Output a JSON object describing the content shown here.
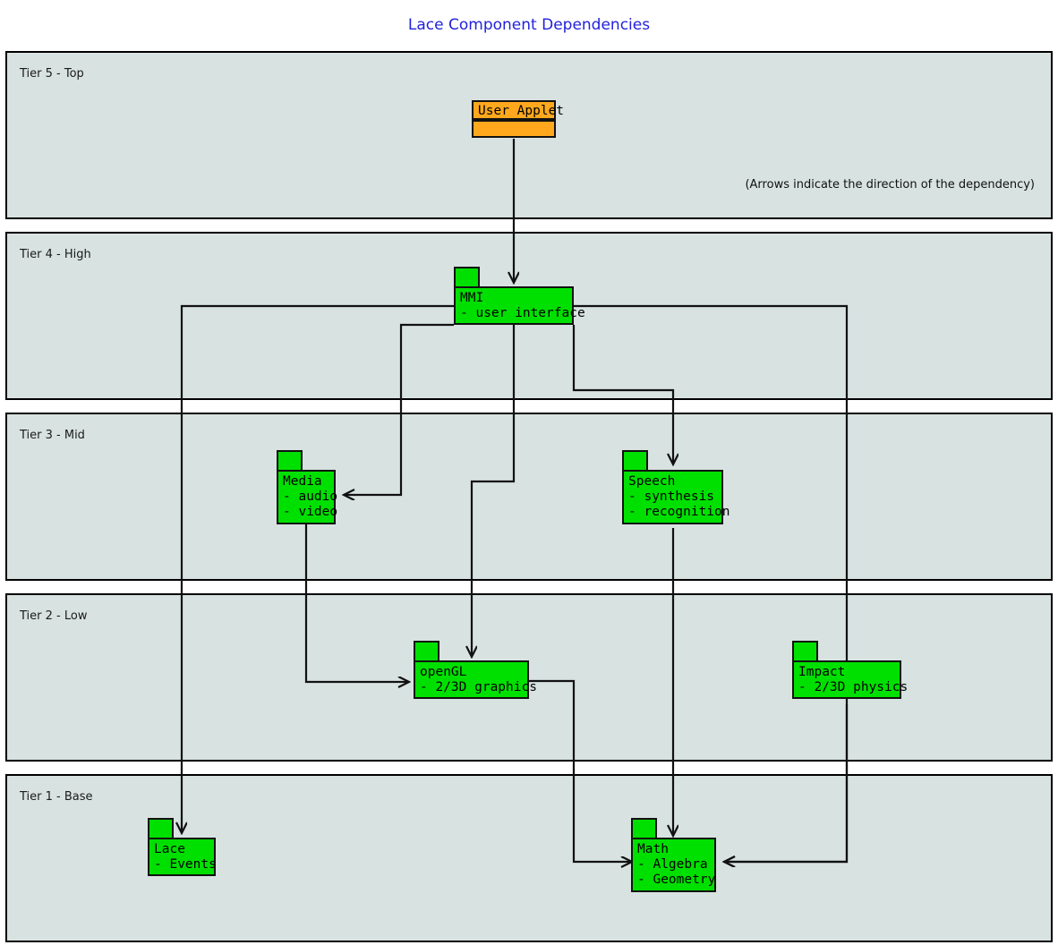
{
  "title": "Lace Component Dependencies",
  "note": "(Arrows indicate the direction of the dependency)",
  "colors": {
    "title": "#2222dd",
    "tier_fill": "#d8e2e1",
    "component_fill": "#00e000",
    "applet_fill": "#ffa81e",
    "stroke": "#111111"
  },
  "tiers": [
    {
      "id": "tier5",
      "label": "Tier 5 - Top"
    },
    {
      "id": "tier4",
      "label": "Tier 4 - High"
    },
    {
      "id": "tier3",
      "label": "Tier 3 - Mid"
    },
    {
      "id": "tier2",
      "label": "Tier 2 - Low"
    },
    {
      "id": "tier1",
      "label": "Tier 1 - Base"
    }
  ],
  "components": [
    {
      "id": "user-applet",
      "tier": "Tier 5 - Top",
      "name": "User Applet",
      "details": []
    },
    {
      "id": "mmi",
      "tier": "Tier 4 - High",
      "name": "MMI",
      "details": [
        "- user interface"
      ]
    },
    {
      "id": "media",
      "tier": "Tier 3 - Mid",
      "name": "Media",
      "details": [
        "- audio",
        "- video"
      ]
    },
    {
      "id": "speech",
      "tier": "Tier 3 - Mid",
      "name": "Speech",
      "details": [
        "- synthesis",
        "- recognition"
      ]
    },
    {
      "id": "opengl",
      "tier": "Tier 2 - Low",
      "name": "openGL",
      "details": [
        "- 2/3D graphics"
      ]
    },
    {
      "id": "impact",
      "tier": "Tier 2 - Low",
      "name": "Impact",
      "details": [
        "- 2/3D physics"
      ]
    },
    {
      "id": "lace",
      "tier": "Tier 1 - Base",
      "name": "Lace",
      "details": [
        "- Events"
      ]
    },
    {
      "id": "math",
      "tier": "Tier 1 - Base",
      "name": "Math",
      "details": [
        "- Algebra",
        "- Geometry"
      ]
    }
  ],
  "dependencies": [
    {
      "from": "User Applet",
      "to": "MMI"
    },
    {
      "from": "MMI",
      "to": "Lace"
    },
    {
      "from": "MMI",
      "to": "Media"
    },
    {
      "from": "MMI",
      "to": "openGL"
    },
    {
      "from": "MMI",
      "to": "Speech"
    },
    {
      "from": "MMI",
      "to": "Math"
    },
    {
      "from": "Media",
      "to": "openGL"
    },
    {
      "from": "Speech",
      "to": "Math"
    },
    {
      "from": "openGL",
      "to": "Math"
    },
    {
      "from": "Impact",
      "to": "Math"
    }
  ]
}
